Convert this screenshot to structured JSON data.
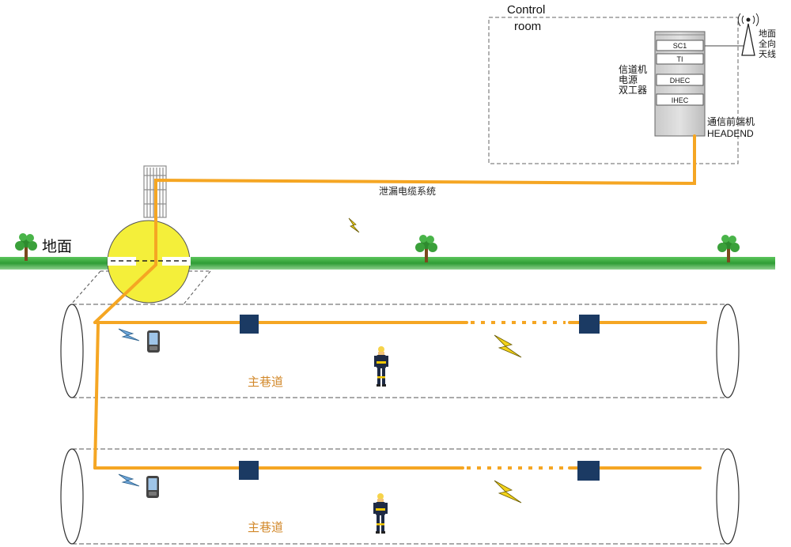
{
  "control_room": {
    "title_line1": "Control",
    "title_line2": "room"
  },
  "headend": {
    "modules": [
      "SC1",
      "TI",
      "DHEC",
      "IHEC"
    ],
    "label_cn": "通信前端机",
    "label_en": "HEADEND"
  },
  "duplexer": {
    "line1": "信道机",
    "line2": "电源",
    "line3": "双工器"
  },
  "antenna": {
    "line1": "地面",
    "line2": "全向",
    "line3": "天线"
  },
  "cable_label": "泄漏电缆系统",
  "ground_label": "地面",
  "tunnels": [
    {
      "label": "主巷道"
    },
    {
      "label": "主巷道"
    }
  ],
  "colors": {
    "cable": "#f5a623",
    "ground": "#3fae3f",
    "amplifier": "#1b3a63",
    "shaft": "#f4ef3a",
    "bolt": "#f2d21b",
    "tunnel_label": "#d2882a"
  }
}
